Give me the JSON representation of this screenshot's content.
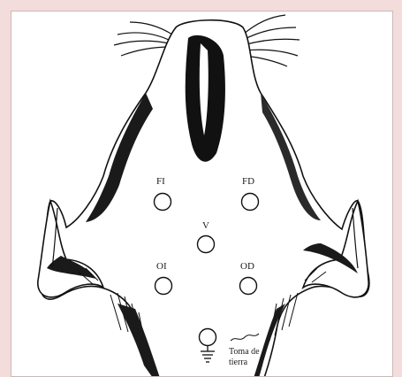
{
  "diagram": {
    "electrodes": [
      {
        "id": "FI",
        "label": "FI"
      },
      {
        "id": "FD",
        "label": "FD"
      },
      {
        "id": "V",
        "label": "V"
      },
      {
        "id": "OI",
        "label": "OI"
      },
      {
        "id": "OD",
        "label": "OD"
      }
    ],
    "ground": {
      "label_line1": "Toma de",
      "label_line2": "tierra"
    }
  },
  "colors": {
    "background": "#f3dcdc",
    "panel": "#ffffff",
    "ink": "#111111"
  }
}
